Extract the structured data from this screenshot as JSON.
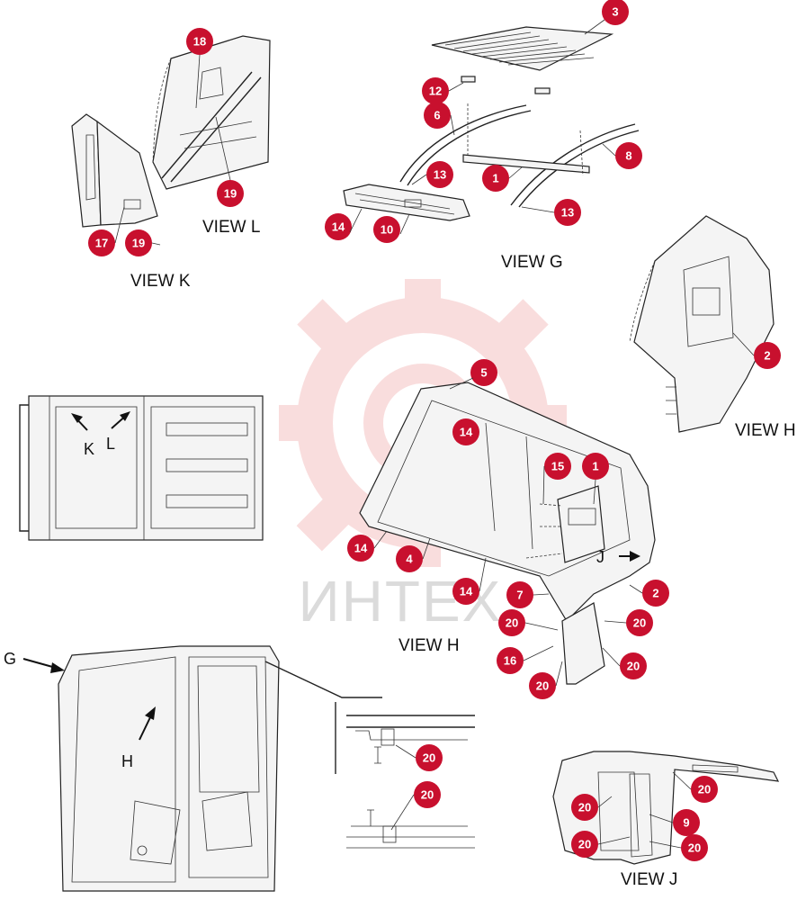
{
  "watermark": {
    "text": "ИНТЕХ",
    "color": "#e04848"
  },
  "accent_color": "#c8102e",
  "views": {
    "view_k": "VIEW K",
    "view_l": "VIEW L",
    "view_g": "VIEW G",
    "view_h_top": "VIEW H",
    "view_h_main": "VIEW H",
    "view_j": "VIEW J"
  },
  "arrow_labels": {
    "g": "G",
    "h": "H",
    "k": "K",
    "l": "L",
    "j": "J"
  },
  "callouts": [
    {
      "label": "3"
    },
    {
      "label": "18"
    },
    {
      "label": "12"
    },
    {
      "label": "6"
    },
    {
      "label": "8"
    },
    {
      "label": "1"
    },
    {
      "label": "13"
    },
    {
      "label": "13"
    },
    {
      "label": "14"
    },
    {
      "label": "10"
    },
    {
      "label": "19"
    },
    {
      "label": "17"
    },
    {
      "label": "19"
    },
    {
      "label": "2"
    },
    {
      "label": "5"
    },
    {
      "label": "14"
    },
    {
      "label": "15"
    },
    {
      "label": "1"
    },
    {
      "label": "14"
    },
    {
      "label": "4"
    },
    {
      "label": "14"
    },
    {
      "label": "7"
    },
    {
      "label": "2"
    },
    {
      "label": "20"
    },
    {
      "label": "20"
    },
    {
      "label": "16"
    },
    {
      "label": "20"
    },
    {
      "label": "20"
    },
    {
      "label": "20"
    },
    {
      "label": "20"
    },
    {
      "label": "20"
    },
    {
      "label": "20"
    },
    {
      "label": "9"
    },
    {
      "label": "20"
    },
    {
      "label": "20"
    }
  ]
}
